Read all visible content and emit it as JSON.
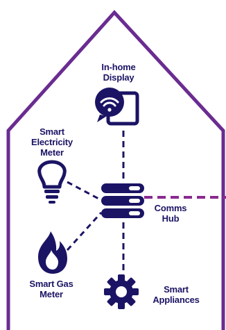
{
  "colors": {
    "navy": "#1b1464",
    "house_outline": "#6a2c91",
    "external_link": "#8a2a8f",
    "background": "#ffffff"
  },
  "labels": {
    "display": [
      "In-home",
      "Display"
    ],
    "electricity": [
      "Smart",
      "Electricity",
      "Meter"
    ],
    "hub": [
      "Comms",
      "Hub"
    ],
    "gas": [
      "Smart Gas",
      "Meter"
    ],
    "appliances": [
      "Smart",
      "Appliances"
    ]
  },
  "icons": {
    "display": "tablet-wifi-icon",
    "electricity": "lightbulb-icon",
    "hub": "server-stack-icon",
    "gas": "flame-icon",
    "appliances": "gear-icon"
  }
}
